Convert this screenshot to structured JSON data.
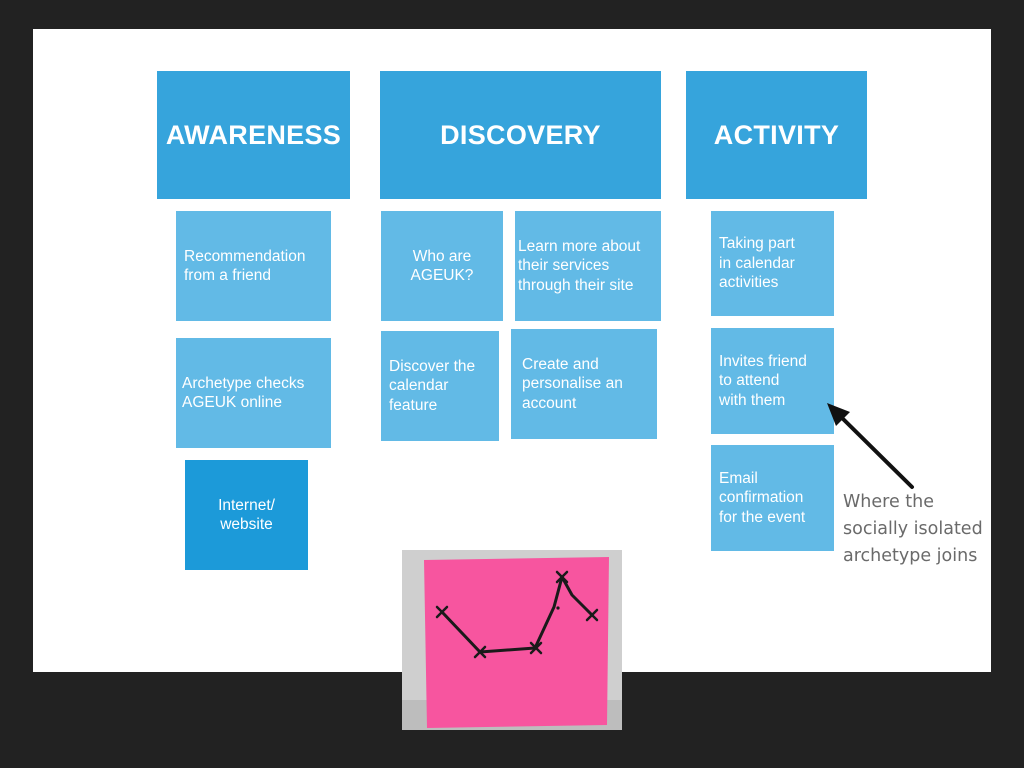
{
  "stages": [
    {
      "title": "AWARENESS"
    },
    {
      "title": "DISCOVERY"
    },
    {
      "title": "ACTIVITY"
    }
  ],
  "awareness": {
    "card1": "Recommendation\nfrom a friend",
    "card2": "Archetype checks\nAGEUK online",
    "card3": "Internet/\nwebsite"
  },
  "discovery": {
    "card1": "Who are\nAGEUK?",
    "card2": "Learn more about\ntheir services\nthrough their site",
    "card3": "Discover the\ncalendar\nfeature",
    "card4": "Create  and\npersonalise an\naccount"
  },
  "activity": {
    "card1": "Taking part\nin calendar\nactivities",
    "card2": "Invites friend\nto attend\nwith them",
    "card3": "Email\nconfirmation\nfor the event"
  },
  "annotation": "Where the\nsocially isolated\narchetype joins",
  "colors": {
    "header": "#36a4dc",
    "card": "#62bae6",
    "card_highlight": "#1c9ad9",
    "sticky_note": "#f7559f",
    "background": "#222222"
  },
  "sticky_note": {
    "description_icon": "hand-drawn-emotion-curve",
    "markers": 5
  }
}
